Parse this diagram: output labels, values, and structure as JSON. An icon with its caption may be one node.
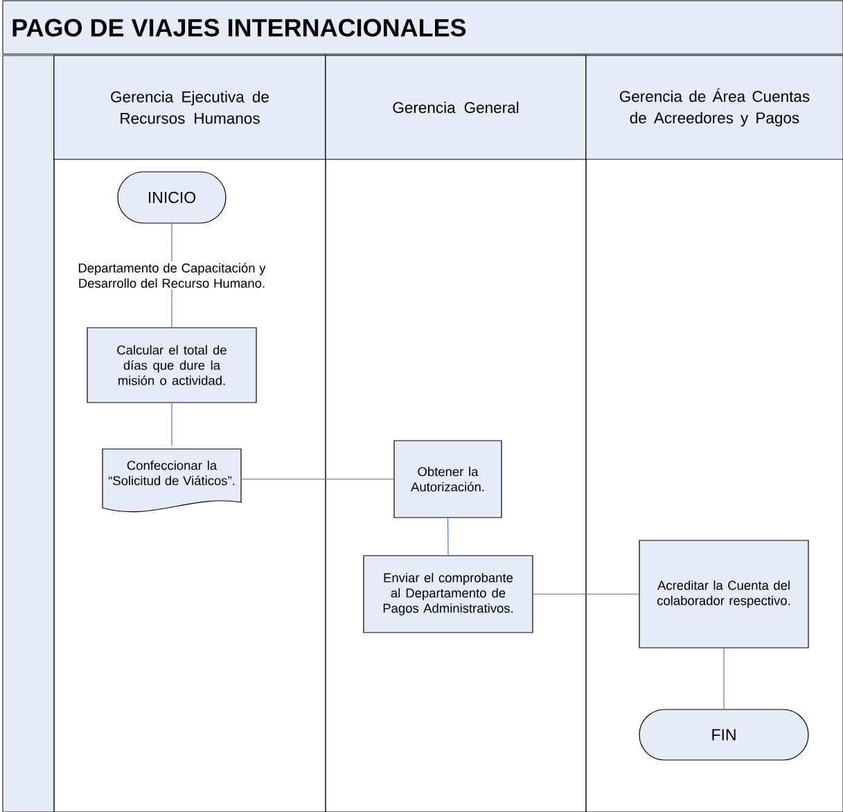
{
  "diagram": {
    "title": "PAGO DE VIAJES INTERNACIONALES",
    "nodes": [
      {
        "text": [
          "Gerencia Ejecutiva de Recursos Humanos"
        ]
      },
      {
        "text": [
          "Gerencia General"
        ]
      },
      {
        "text": [
          "Gerencia de Área Cuentas de Acreedores y Pagos"
        ]
      },
      {
        "text": [
          "INICIO"
        ],
        "in": 0
      },
      {
        "text": [
          "Calcular el total de días que dure la misión o actividad."
        ],
        "in": 0
      },
      {
        "text": [
          "Confeccionar la “Solicitud de Viáticos”."
        ],
        "in": 0
      },
      {
        "text": [
          "Obtener la Autorización."
        ],
        "in": 1
      },
      {
        "text": [
          "Enviar el comprobante al Departamento de Pagos Administrativos."
        ],
        "in": 1
      },
      {
        "text": [
          "Acreditar la Cuenta del colaborador respectivo."
        ],
        "in": 2
      },
      {
        "text": [
          "FIN"
        ],
        "in": 2
      }
    ],
    "edges": [
      {
        "from": 3,
        "to": 4,
        "arrow": "none",
        "label": "Departamento de Capacitación y Desarrollo del Recurso Humano."
      },
      {
        "from": 4,
        "to": 5,
        "arrow": "none"
      },
      {
        "from": 5,
        "to": 6,
        "arrow": "none"
      },
      {
        "from": 6,
        "to": 7,
        "arrow": "none"
      },
      {
        "from": 7,
        "to": 8,
        "arrow": "none"
      },
      {
        "from": 8,
        "to": 9,
        "arrow": "none"
      }
    ]
  }
}
